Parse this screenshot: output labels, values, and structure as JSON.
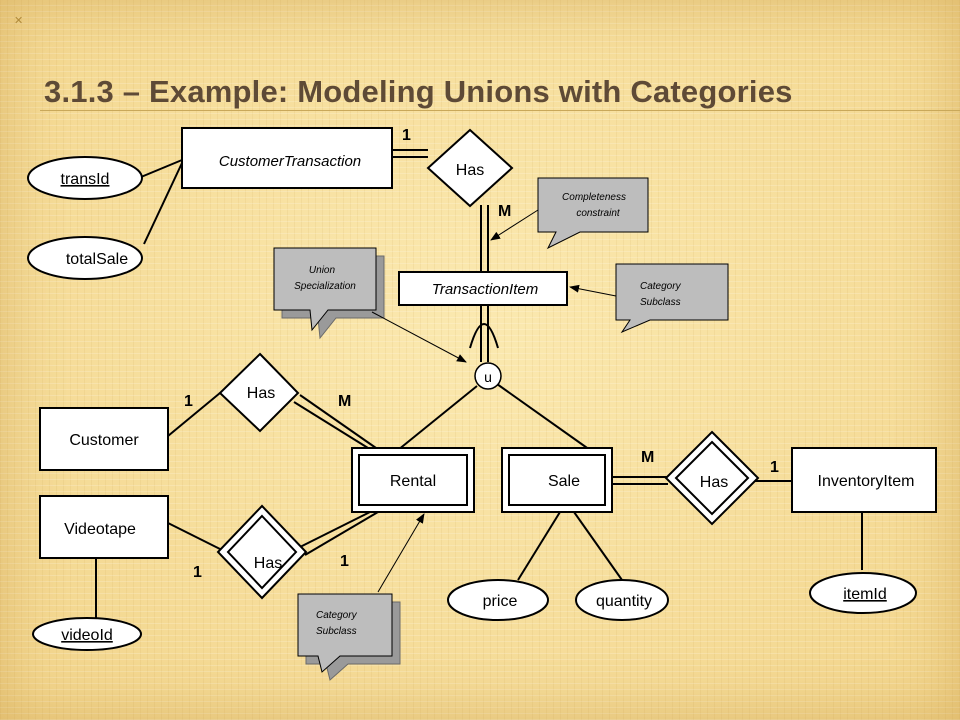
{
  "slide": {
    "title": "3.1.3 – Example: Modeling Unions with Categories",
    "bullet_icon": "x-mark-icon"
  },
  "entities": {
    "customer_transaction": "CustomerTransaction",
    "transaction_item": "TransactionItem",
    "customer": "Customer",
    "videotape": "Videotape",
    "rental": "Rental",
    "sale": "Sale",
    "inventory_item": "InventoryItem"
  },
  "attributes": {
    "trans_id": "transId",
    "total_sale": "totalSale",
    "video_id": "videoId",
    "price": "price",
    "quantity": "quantity",
    "item_id": "itemId"
  },
  "relationships": {
    "top": "Has",
    "customer_rental": "Has",
    "videotape_rental": "Has",
    "sale_inventory": "Has"
  },
  "union_symbol": "u",
  "cardinalities": {
    "top_one": "1",
    "top_many": "M",
    "cust_one": "1",
    "cust_many": "M",
    "video_one": "1",
    "rental_one": "1",
    "sale_many": "M",
    "inv_one": "1"
  },
  "callouts": {
    "completeness": [
      "Completeness",
      "constraint"
    ],
    "category_top": [
      "Category",
      "Subclass"
    ],
    "union": [
      "Union",
      "Specialization"
    ],
    "category_bottom": [
      "Category",
      "Subclass"
    ]
  }
}
